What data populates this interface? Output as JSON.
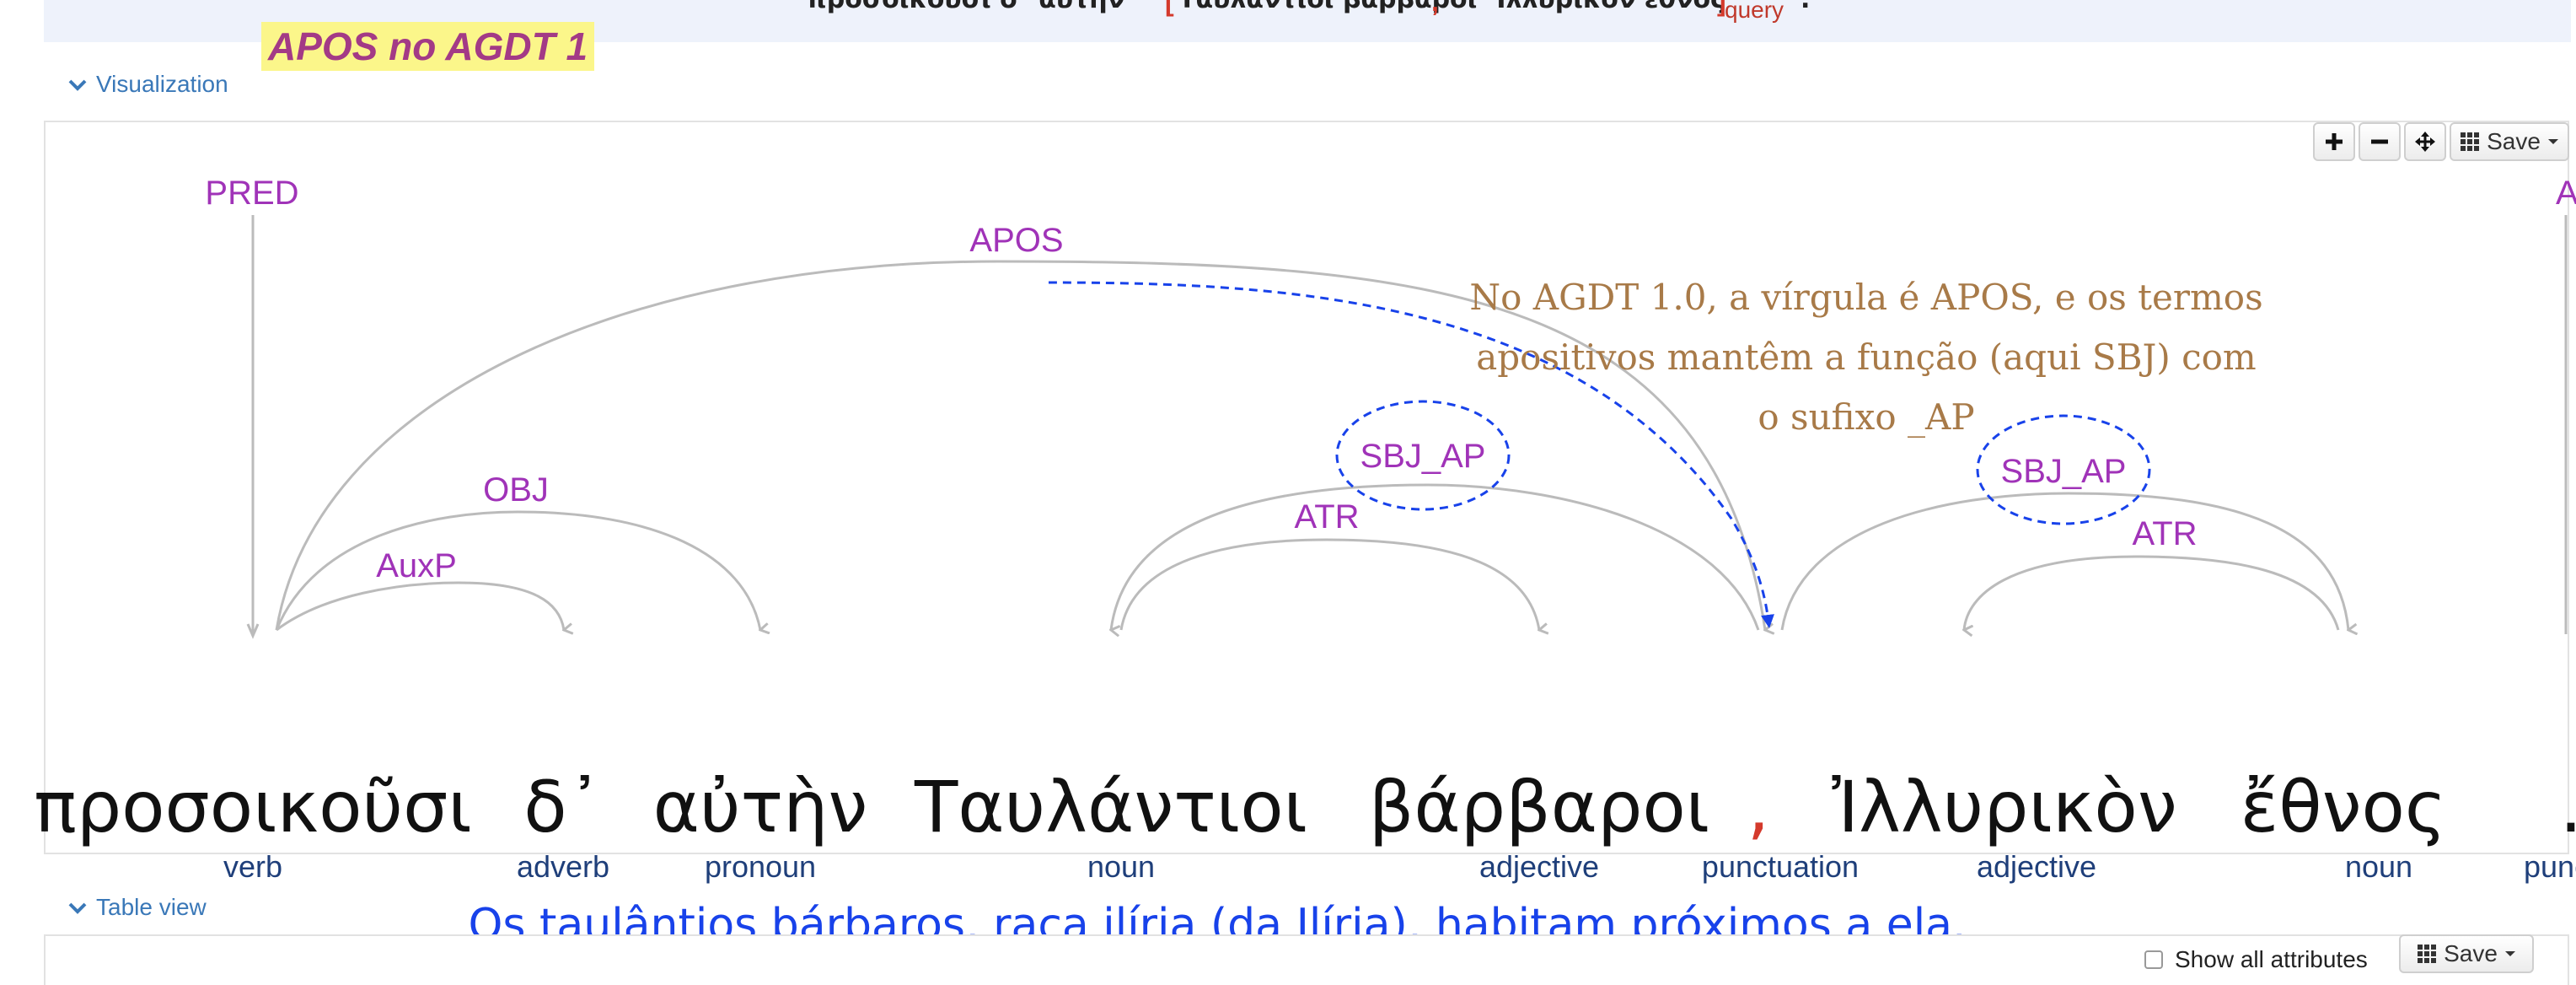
{
  "top_strip": {
    "fragment_1": "προσοικοῦσι  δ᾽  αὐτὴν",
    "bracket_open": "[",
    "fragment_2": "Ταυλάντιοι  βάρβαροι",
    "comma": ",",
    "fragment_3": "Ἰλλυρικὸν  ἔθνος",
    "bracket_close": "]",
    "query_label": "query",
    "period": "."
  },
  "banner": "APOS no AGDT 1",
  "visualization": {
    "toggle_label": "Visualization",
    "toolbar": {
      "save_label": "Save"
    },
    "note_lines": [
      "No AGDT 1.0, a vírgula é APOS, e os termos",
      "apositivos mantêm a função (aqui SBJ) com",
      "o sufixo _AP"
    ],
    "tokens": [
      {
        "form": "προσοικοῦσι",
        "pos": "verb"
      },
      {
        "form": "δ᾽",
        "pos": "adverb"
      },
      {
        "form": "αὐτὴν",
        "pos": "pronoun"
      },
      {
        "form": "Ταυλάντιοι",
        "pos": "noun"
      },
      {
        "form": "βάρβαροι",
        "pos": "adjective"
      },
      {
        "form": ",",
        "pos": "punctuation"
      },
      {
        "form": "Ἰλλυρικὸν",
        "pos": "adjective"
      },
      {
        "form": "ἔθνος",
        "pos": "noun"
      },
      {
        "form": ".",
        "pos": "punctu"
      }
    ],
    "relations": {
      "pred": "PRED",
      "apos": "APOS",
      "obj": "OBJ",
      "auxp": "AuxP",
      "sbj_ap_1": "SBJ_AP",
      "atr_1": "ATR",
      "sbj_ap_2": "SBJ_AP",
      "atr_2": "ATR",
      "aux_partial": "Aux"
    },
    "translation": "Os taulântios bárbaros, raça ilíria (da Ilíria), habitam próximos a ela.",
    "colors": {
      "relation": "#a033b8",
      "pos": "#1f3f7a",
      "arc": "#bbbbbb",
      "highlight": "#1842ea",
      "note": "#a87a48",
      "comma": "#d43a2c"
    }
  },
  "table_view": {
    "toggle_label": "Table view",
    "show_all_label": "Show all attributes",
    "save_label": "Save"
  }
}
